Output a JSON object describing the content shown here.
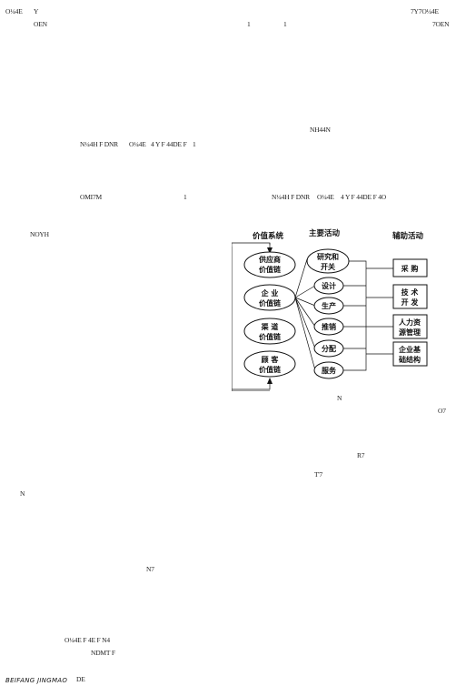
{
  "fragments": {
    "f1": "O¼4E",
    "f2": "Y",
    "f3": "7Y7O¼4E",
    "f4": "OEN",
    "f5": "1",
    "f6": "1",
    "f7": "7OEN",
    "f8": "NH44N",
    "f9": "N¼4H F DNR",
    "f10": "O¼4E",
    "f11": "4 Y F 44DE F",
    "f12": "1",
    "f13": "OMI7M",
    "f14": "1",
    "f15": "N¼4H F DNR",
    "f16": "O¼4E",
    "f17": "4 Y F 44DE F 4O",
    "f18": "NOYH",
    "f19": "N",
    "f20": "O7",
    "f21": "R7",
    "f22": "T'7",
    "f23": "N",
    "f24": "N7",
    "f25": "O¼4E F 4E F N4",
    "f26": "NDMT F",
    "f27": "DE"
  },
  "footer": "BEIFANG JINGMAO",
  "diagram": {
    "headers": [
      "价值系统",
      "主要活动",
      "辅助活动"
    ],
    "value_system": [
      [
        "供应商",
        "价值链"
      ],
      [
        "企  业",
        "价值链"
      ],
      [
        "渠  道",
        "价值链"
      ],
      [
        "顾  客",
        "价值链"
      ]
    ],
    "primary": [
      [
        "研究和",
        "开关"
      ],
      [
        "设计"
      ],
      [
        "生产"
      ],
      [
        "推销"
      ],
      [
        "分配"
      ],
      [
        "服务"
      ]
    ],
    "support": [
      [
        "采  购"
      ],
      [
        "技  术",
        "开  发"
      ],
      [
        "人力资",
        "源管理"
      ],
      [
        "企业基",
        "础结构"
      ]
    ]
  }
}
